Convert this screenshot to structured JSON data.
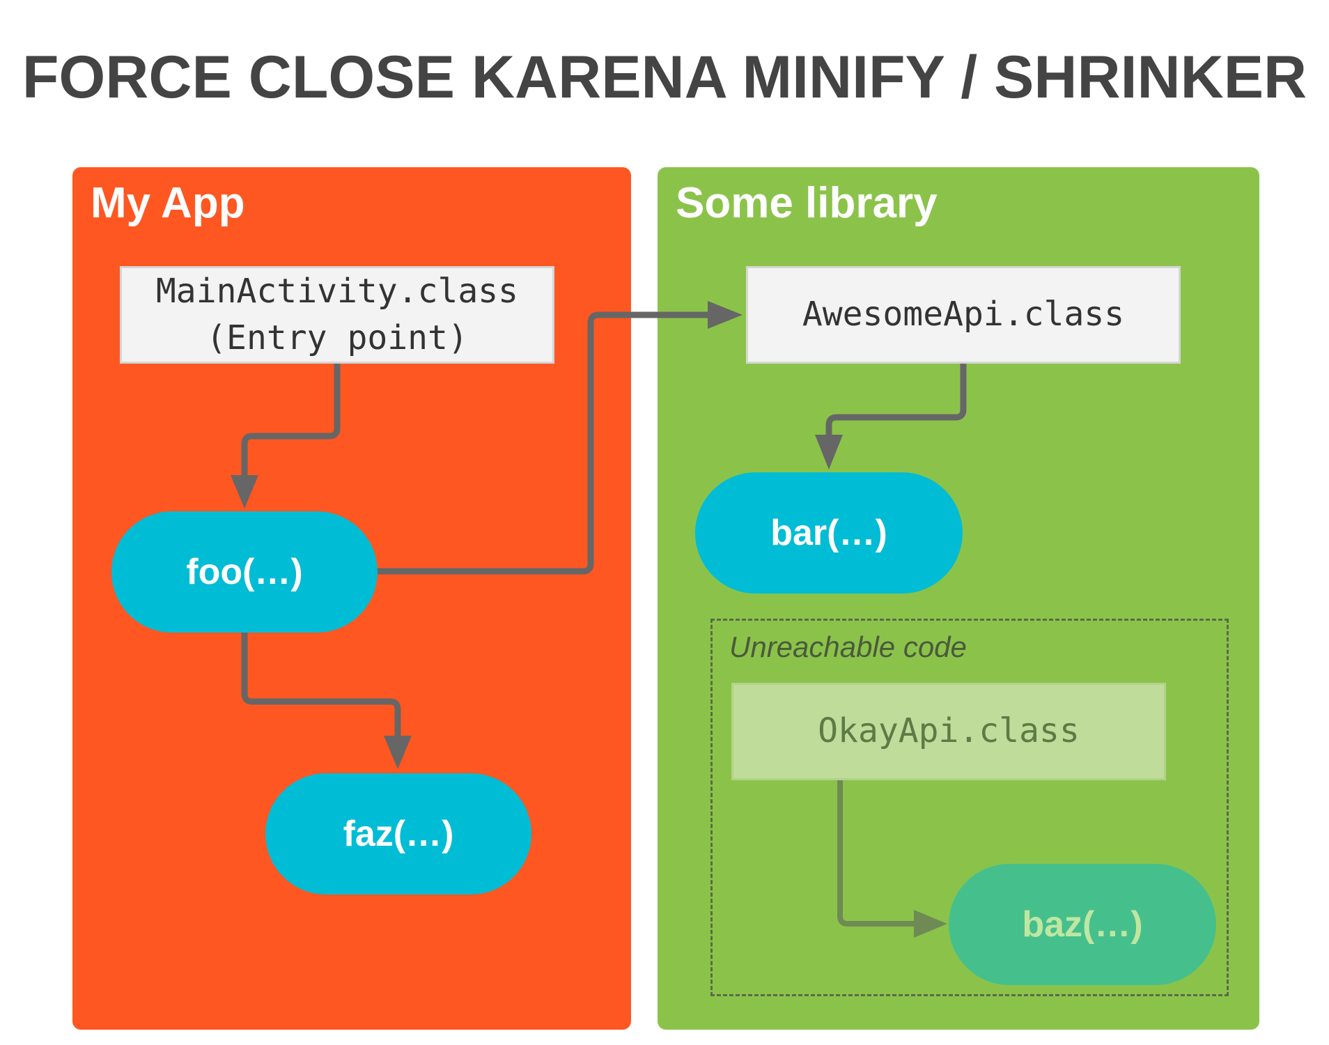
{
  "title": "FORCE CLOSE KARENA MINIFY / SHRINKER",
  "panels": {
    "app": {
      "label": "My App",
      "color": "#ff5722"
    },
    "library": {
      "label": "Some library",
      "color": "#8bc34a"
    }
  },
  "nodes": {
    "main_activity": {
      "line1": "MainActivity.class",
      "line2": "(Entry point)"
    },
    "foo": {
      "label": "foo(…)"
    },
    "faz": {
      "label": "faz(…)"
    },
    "awesome_api": {
      "label": "AwesomeApi.class"
    },
    "bar": {
      "label": "bar(…)"
    },
    "unreachable": {
      "label": "Unreachable code"
    },
    "okay_api": {
      "label": "OkayApi.class"
    },
    "baz": {
      "label": "baz(…)"
    }
  },
  "colors": {
    "method": "#00bcd4",
    "arrow": "#666666",
    "unreachable_arrow": "#6f8a55"
  }
}
